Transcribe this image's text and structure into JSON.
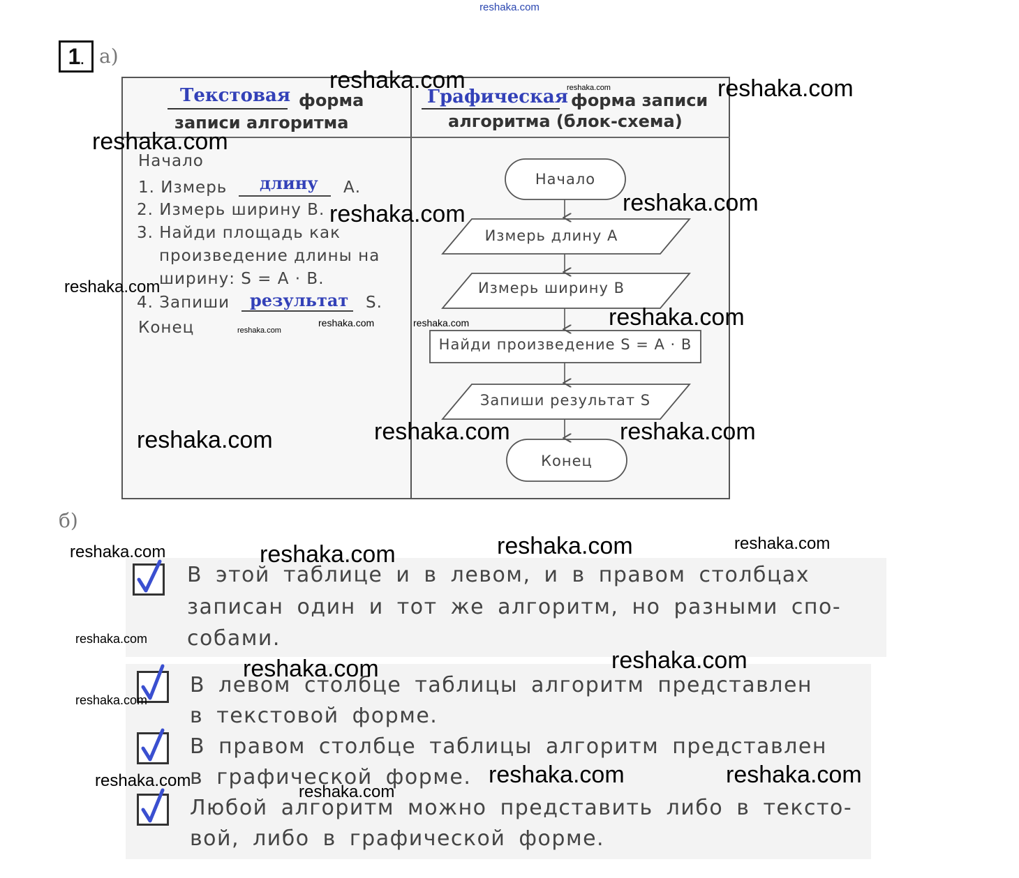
{
  "watermark_top": "reshaka.com",
  "task_number": "1",
  "part_a_label": "а)",
  "part_b_label": "б)",
  "table": {
    "left_header": {
      "handwritten": "Текстовая",
      "printed_1": "форма",
      "printed_2": "записи алгоритма"
    },
    "right_header": {
      "handwritten": "Графическая",
      "printed_1": "форма записи",
      "printed_2": "алгоритма (блок-схема)"
    },
    "text_algorithm": {
      "start": "Начало",
      "step1_prefix": "1. Измерь",
      "step1_blank": "длину",
      "step1_suffix": "А.",
      "step2": "2. Измерь ширину В.",
      "step3_line1": "3. Найди площадь как",
      "step3_line2": "произведение длины на",
      "step3_line3": "ширину: S = A · B.",
      "step4_prefix": "4. Запиши",
      "step4_blank": "результат",
      "step4_suffix": "S.",
      "end": "Конец"
    },
    "flowchart": {
      "start": "Начало",
      "input_a": "Измерь длину A",
      "input_b": "Измерь ширину B",
      "process": "Найди произведение S = A · B",
      "output": "Запиши результат S",
      "end": "Конец"
    }
  },
  "options": [
    {
      "line1": "В этой таблице и в левом, и в правом столбцах",
      "line2": "записан один и тот же алгоритм, но разными спо-",
      "line3": "собами.",
      "checked": true
    },
    {
      "line1": "В левом столбце таблицы алгоритм представлен",
      "line2": "в текстовой форме.",
      "checked": true
    },
    {
      "line1": "В правом столбце таблицы алгоритм представлен",
      "line2": "в графической форме.",
      "checked": true
    },
    {
      "line1": "Любой алгоритм можно представить либо в тексто-",
      "line2": "вой, либо в графической форме.",
      "checked": true
    }
  ],
  "watermarks": [
    "reshaka.com",
    "reshaka.com",
    "reshaka.com",
    "reshaka.com",
    "reshaka.com",
    "reshaka.com",
    "reshaka.com",
    "reshaka.com",
    "reshaka.com",
    "reshaka.com",
    "reshaka.com",
    "reshaka.com",
    "reshaka.com",
    "reshaka.com",
    "reshaka.com",
    "reshaka.com",
    "reshaka.com",
    "reshaka.com",
    "reshaka.com",
    "reshaka.com",
    "reshaka.com",
    "reshaka.com",
    "reshaka.com",
    "reshaka.com",
    "reshaka.com"
  ],
  "colors": {
    "handwriting": "#3341b8",
    "check": "#3a4fd0"
  }
}
